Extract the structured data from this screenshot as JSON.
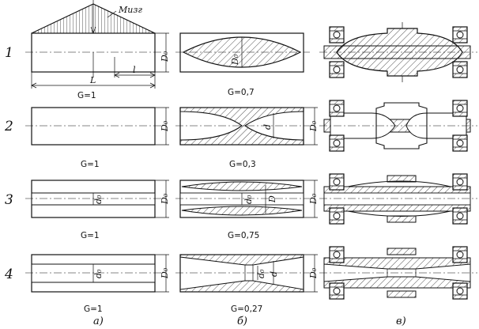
{
  "row_numbers": [
    "1",
    "2",
    "3",
    "4"
  ],
  "moment_label": "Mизг",
  "dims": {
    "D0": "D₀",
    "d0": "d₀",
    "d": "d",
    "D": "D",
    "L": "L",
    "l": "l"
  },
  "ratios": {
    "a": [
      "G=1",
      "G=1",
      "G=1",
      "G=1"
    ],
    "b": [
      "G=0,7",
      "G=0,3",
      "G=0,75",
      "G=0,27"
    ]
  },
  "column_captions": [
    "a)",
    "б)",
    "в)"
  ]
}
